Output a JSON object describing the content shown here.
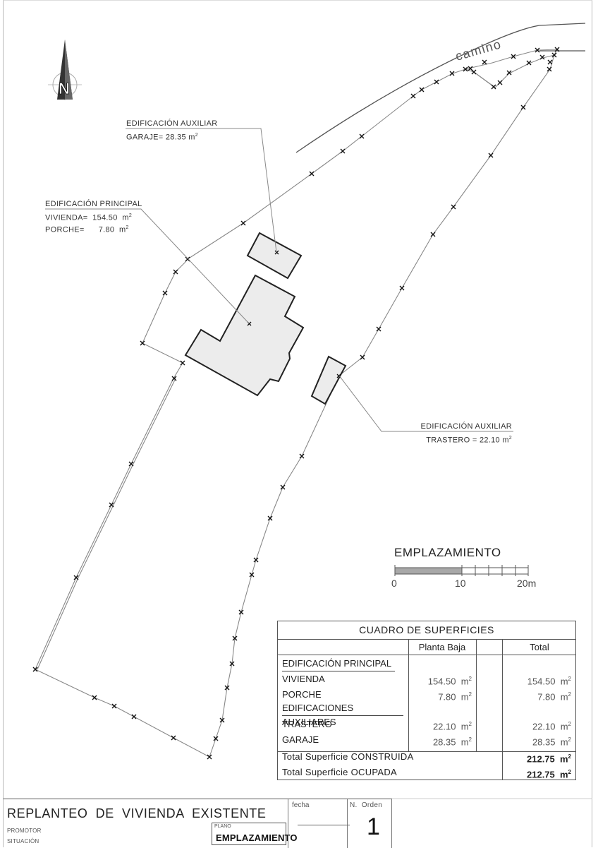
{
  "drawing": {
    "north_arrow": {
      "label": "N",
      "icon": "north-arrow-icon"
    },
    "road_label": "camino",
    "callouts": {
      "garaje": {
        "title": "EDIFICACIÓN AUXILIAR",
        "line1": "GARAJE=  28.35  m",
        "sup": "2"
      },
      "principal": {
        "title": "EDIFICACIÓN PRINCIPAL",
        "line1": "VIVIENDA=  154.50  m",
        "line2": "PORCHE=      7.80  m",
        "sup": "2"
      },
      "trastero": {
        "title": "EDIFICACIÓN AUXILIAR",
        "line1": "TRASTERO  =  22.10  m",
        "sup": "2"
      }
    },
    "scale_bar": {
      "title": "EMPLAZAMIENTO",
      "ticks": [
        "0",
        "10",
        "20m"
      ],
      "fill_color": "#a8a8a8"
    },
    "building_fill": "#ececec"
  },
  "cuadro": {
    "title": "CUADRO DE SUPERFICIES",
    "columns": [
      "Planta Baja",
      "Total"
    ],
    "sections": [
      {
        "heading": "EDIFICACIÓN PRINCIPAL",
        "rows": [
          {
            "label": "VIVIENDA",
            "planta_baja": "154.50  m",
            "total": "154.50  m"
          },
          {
            "label": "PORCHE",
            "planta_baja": "7.80  m",
            "total": "7.80  m"
          }
        ]
      },
      {
        "heading": "EDIFICACIONES AUXILIARES",
        "rows": [
          {
            "label": "TRASTERO",
            "planta_baja": "22.10  m",
            "total": "22.10  m"
          },
          {
            "label": "GARAJE",
            "planta_baja": "28.35  m",
            "total": "28.35  m"
          }
        ]
      }
    ],
    "totals": [
      {
        "label": "Total  Superficie  CONSTRUIDA",
        "value": "212.75  m"
      },
      {
        "label": "Total  Superficie  OCUPADA",
        "value": "212.75  m"
      }
    ],
    "unit_sup": "2"
  },
  "title_block": {
    "project": "REPLANTEO  DE  VIVIENDA  EXISTENTE",
    "promotor_label": "PROMOTOR",
    "situacion_label": "SITUACIÓN",
    "plano_label": "PLANO",
    "plano_value": "EMPLAZAMIENTO",
    "fecha_label": "fecha",
    "orden_label": "N.  Orden",
    "orden_value": "1"
  }
}
